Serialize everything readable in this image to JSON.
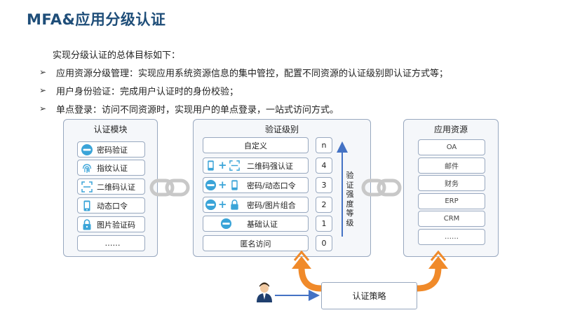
{
  "title": "MFA&应用分级认证",
  "intro": "实现分级认证的总体目标如下：",
  "bullet_marker": "➢",
  "bullets": [
    "应用资源分级管理：实现应用系统资源信息的集中管控，配置不同资源的认证级别即认证方式等；",
    "用户身份验证：完成用户认证时的身份校验；",
    "单点登录：访问不同资源时，实现用户的单点登录，一站式访问方式。"
  ],
  "auth_module": {
    "title": "认证模块",
    "items": [
      {
        "label": "密码验证",
        "icon": "password-icon"
      },
      {
        "label": "指纹认证",
        "icon": "fingerprint-icon"
      },
      {
        "label": "二维码认证",
        "icon": "qr-scan-icon"
      },
      {
        "label": "动态口令",
        "icon": "phone-token-icon"
      },
      {
        "label": "图片验证码",
        "icon": "lock-icon"
      },
      {
        "label": "……",
        "icon": ""
      }
    ]
  },
  "auth_levels": {
    "title": "验证级别",
    "rows": [
      {
        "label": "自定义",
        "level": "n"
      },
      {
        "label": "二维码强认证",
        "level": "4"
      },
      {
        "label": "密码/动态口令",
        "level": "3"
      },
      {
        "label": "密码/图片组合",
        "level": "2"
      },
      {
        "label": "基础认证",
        "level": "1"
      },
      {
        "label": "匿名访问",
        "level": "0"
      }
    ],
    "strength_label": "验证强度等级"
  },
  "app_resources": {
    "title": "应用资源",
    "items": [
      "OA",
      "邮件",
      "财务",
      "ERP",
      "CRM",
      "……"
    ]
  },
  "policy": "认证策略",
  "colors": {
    "title": "#1f4e79",
    "panel_border": "#98a8bf",
    "panel_fill": "#f5f7fa",
    "icon_blue": "#3aa4d8",
    "arrow_orange": "#f08a2a",
    "up_arrow": "#4472c4"
  }
}
